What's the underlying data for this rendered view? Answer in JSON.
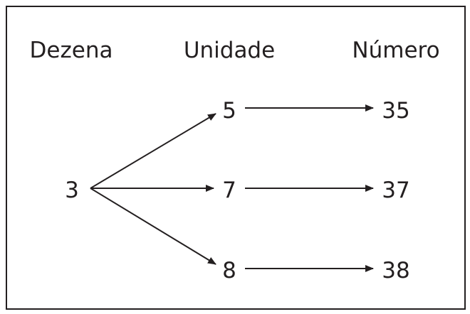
{
  "headers": {
    "tens": "Dezena",
    "units": "Unidade",
    "number": "Número"
  },
  "tens_value": "3",
  "units_values": [
    "5",
    "7",
    "8"
  ],
  "number_values": [
    "35",
    "37",
    "38"
  ]
}
